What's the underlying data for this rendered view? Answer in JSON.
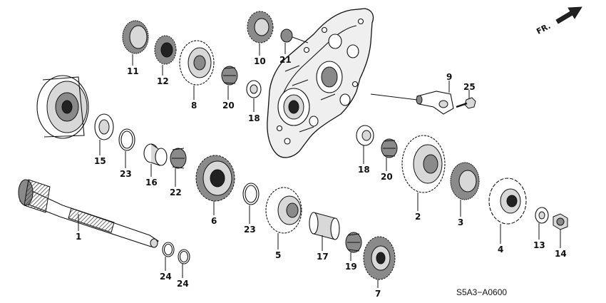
{
  "diagram": {
    "direction_label": "FR.",
    "reference_code": "S5A3−A0600",
    "part_labels": {
      "p1": "1",
      "p2": "2",
      "p3": "3",
      "p4": "4",
      "p5": "5",
      "p6": "6",
      "p7": "7",
      "p8": "8",
      "p9": "9",
      "p10": "10",
      "p11": "11",
      "p12": "12",
      "p13": "13",
      "p14": "14",
      "p15": "15",
      "p16": "16",
      "p17": "17",
      "p18a": "18",
      "p18b": "18",
      "p19": "19",
      "p20a": "20",
      "p20b": "20",
      "p21": "21",
      "p22": "22",
      "p23a": "23",
      "p23b": "23",
      "p24a": "24",
      "p24b": "24",
      "p25": "25"
    }
  }
}
